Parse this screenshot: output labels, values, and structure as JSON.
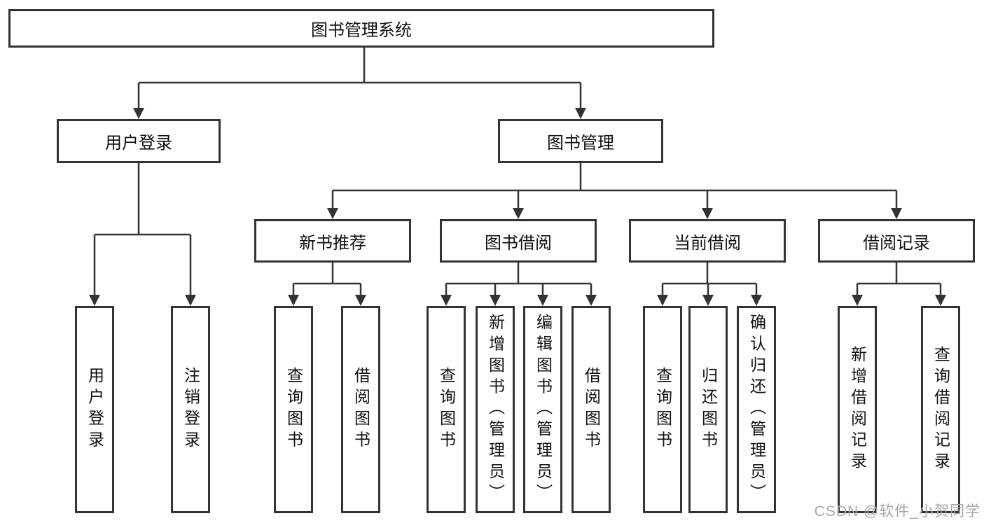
{
  "tree": {
    "root": {
      "label": "图书管理系统",
      "children": [
        {
          "label": "用户登录",
          "children": [
            {
              "label": "用户登录"
            },
            {
              "label": "注销登录"
            }
          ]
        },
        {
          "label": "图书管理",
          "children": [
            {
              "label": "新书推荐",
              "children": [
                {
                  "label": "查询图书"
                },
                {
                  "label": "借阅图书"
                }
              ]
            },
            {
              "label": "图书借阅",
              "children": [
                {
                  "label": "查询图书"
                },
                {
                  "label": "新增图书（管理员）"
                },
                {
                  "label": "编辑图书（管理员）"
                },
                {
                  "label": "借阅图书"
                }
              ]
            },
            {
              "label": "当前借阅",
              "children": [
                {
                  "label": "查询图书"
                },
                {
                  "label": "归还图书"
                },
                {
                  "label": "确认归还（管理员）"
                }
              ]
            },
            {
              "label": "借阅记录",
              "children": [
                {
                  "label": "新增借阅记录"
                },
                {
                  "label": "查询借阅记录"
                }
              ]
            }
          ]
        }
      ]
    }
  },
  "watermark": {
    "text": "CSDN @软件_小贺同学"
  },
  "colors": {
    "line": "#333333",
    "box_border": "#333333",
    "text": "#111111",
    "watermark": "#a8a8a8",
    "background": "#ffffff"
  }
}
